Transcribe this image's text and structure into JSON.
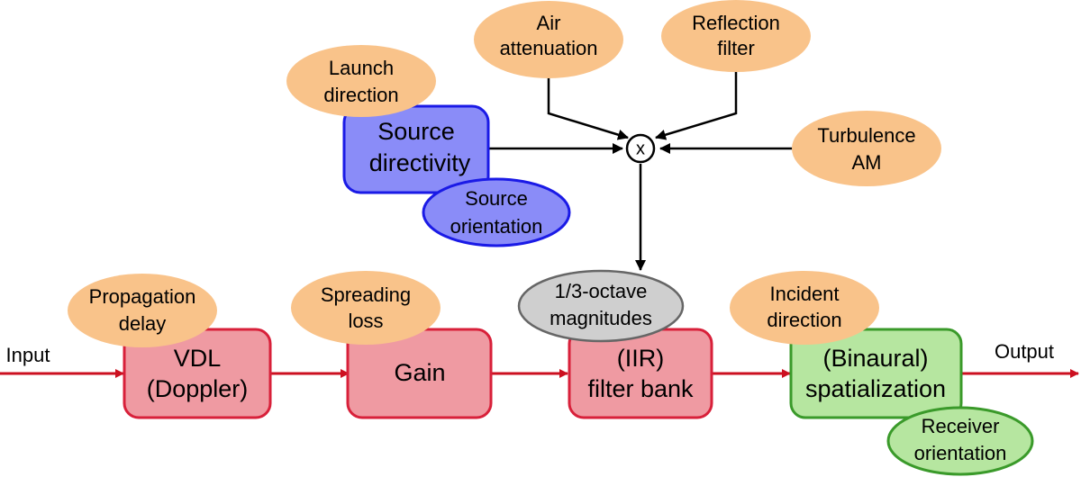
{
  "colors": {
    "signal_arrow": "#cc1020",
    "control_arrow": "#000000",
    "param_fill": "#f9c38a",
    "source_fill": "#8a8cf8",
    "source_stroke": "#1a1ae6",
    "process_fill": "#ef9aa2",
    "process_stroke": "#d8203a",
    "spatial_fill": "#b6e6a0",
    "spatial_stroke": "#3a9a2a",
    "mag_fill": "#cfcfcf",
    "mag_stroke": "#666666"
  },
  "params": {
    "air": [
      "Air",
      "attenuation"
    ],
    "reflection": [
      "Reflection",
      "filter"
    ],
    "launch": [
      "Launch",
      "direction"
    ],
    "turbulence": [
      "Turbulence",
      "AM"
    ],
    "propagation": [
      "Propagation",
      "delay"
    ],
    "spreading": [
      "Spreading",
      "loss"
    ],
    "incident": [
      "Incident",
      "direction"
    ]
  },
  "source": {
    "directivity": [
      "Source",
      "directivity"
    ],
    "orientation": [
      "Source",
      "orientation"
    ]
  },
  "multiplier": "x",
  "magnitudes": [
    "1/3-octave",
    "magnitudes"
  ],
  "blocks": {
    "vdl": [
      "VDL",
      "(Doppler)"
    ],
    "gain": [
      "Gain"
    ],
    "filter": [
      "(IIR)",
      "filter bank"
    ],
    "spatial": [
      "(Binaural)",
      "spatialization"
    ]
  },
  "receiver": [
    "Receiver",
    "orientation"
  ],
  "io": {
    "input": "Input",
    "output": "Output"
  }
}
